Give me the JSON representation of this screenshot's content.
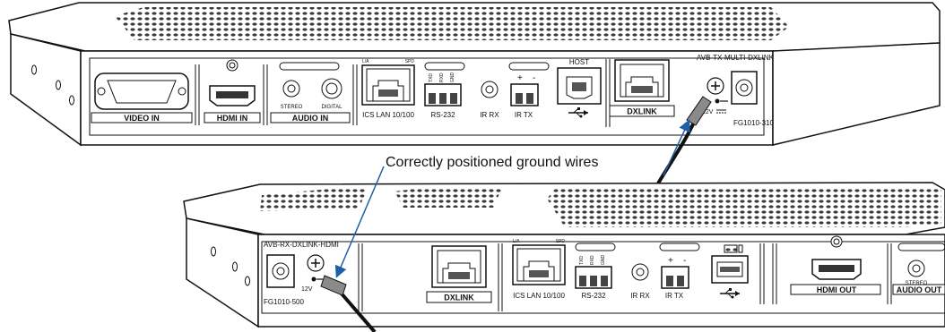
{
  "callout": "Correctly positioned ground wires",
  "tx_unit": {
    "model": "AVB-TX-MULTI-DXLINK",
    "part_number": "FG1010-310",
    "ports": {
      "video_in": "VIDEO IN",
      "hdmi_in": "HDMI IN",
      "audio_in": "AUDIO IN",
      "stereo": "STEREO",
      "digital": "DIGITAL",
      "la": "L/A",
      "spd": "SPD",
      "ics_lan": "ICS LAN 10/100",
      "rs232": "RS-232",
      "txd": "TXD",
      "rxd": "RXD",
      "gnd": "GND",
      "ir_rx": "IR RX",
      "ir_tx": "IR TX",
      "plus": "+",
      "minus": "-",
      "host": "HOST",
      "dxlink": "DXLINK",
      "voltage": "12V"
    }
  },
  "rx_unit": {
    "model": "AVB-RX-DXLINK-HDMI",
    "part_number": "FG1010-500",
    "ports": {
      "voltage": "12V",
      "dxlink": "DXLINK",
      "la": "L/A",
      "spd": "SPD",
      "ics_lan": "ICS LAN 10/100",
      "rs232": "RS-232",
      "txd": "TXD",
      "rxd": "RXD",
      "gnd": "GND",
      "ir_rx": "IR RX",
      "ir_tx": "IR TX",
      "plus": "+",
      "minus": "-",
      "hdmi_out": "HDMI OUT",
      "audio_out": "AUDIO OUT",
      "stereo": "STEREO"
    }
  },
  "colors": {
    "line": "#111111",
    "arrow": "#1f5fa8",
    "sleeve": "#8a8a8a",
    "vent": "#3a3a3a"
  }
}
